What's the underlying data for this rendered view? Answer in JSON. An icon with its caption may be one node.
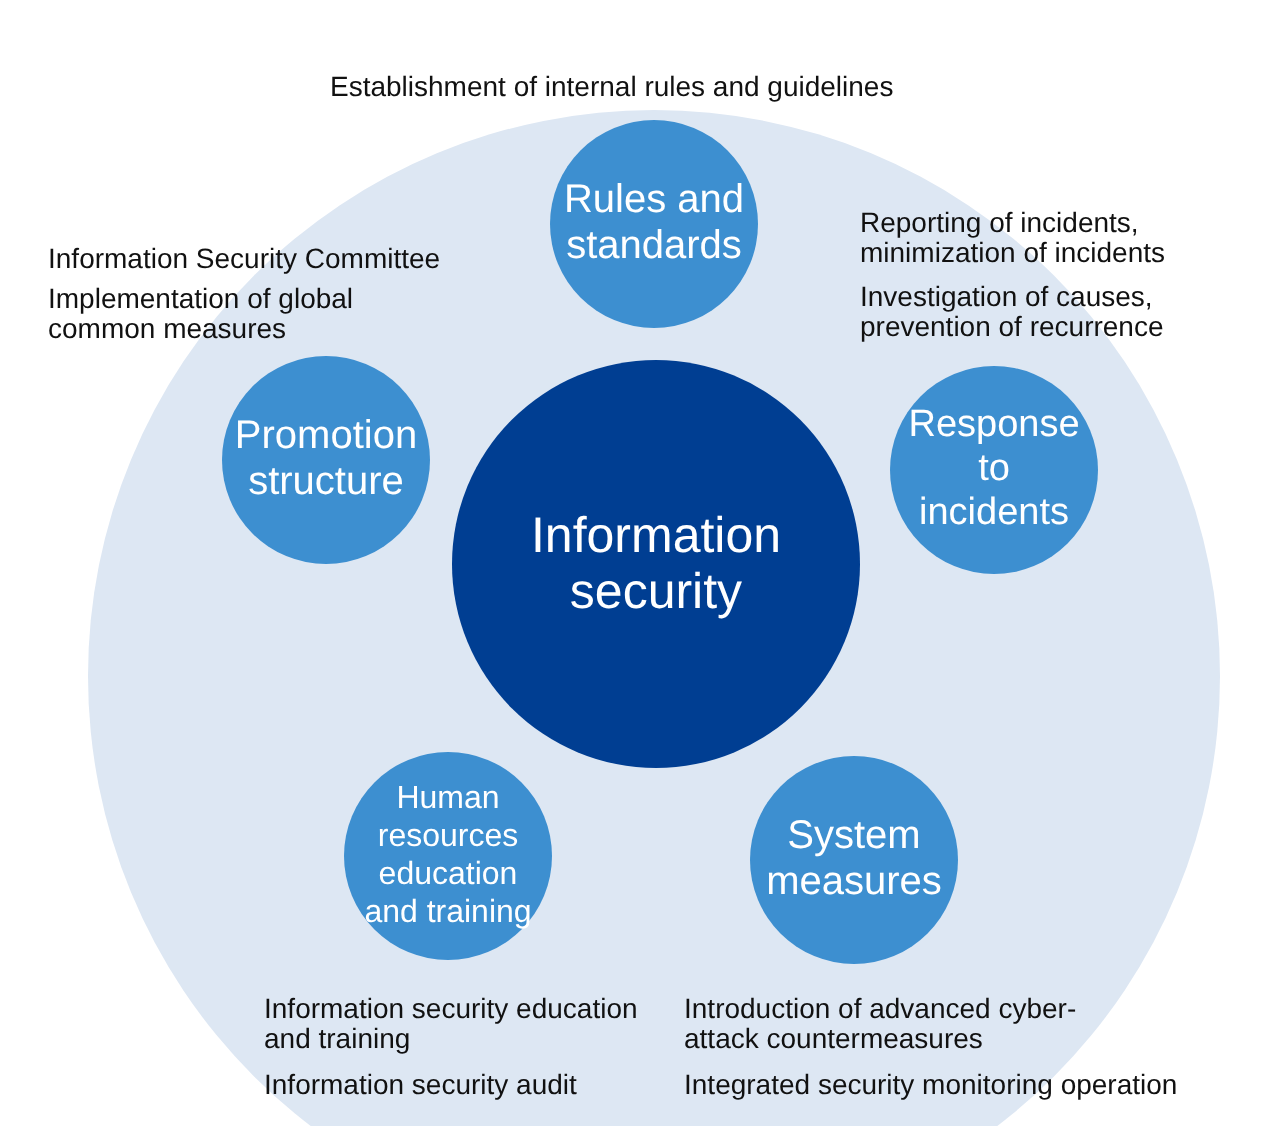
{
  "diagram": {
    "nodes": [
      {
        "text": [],
        "shape": "circle"
      },
      {
        "text": [
          "Information security"
        ],
        "in": 0
      },
      {
        "text": [
          "Rules and standards"
        ],
        "in": 0,
        "beside": [
          "Establishment of internal rules and guidelines"
        ]
      },
      {
        "text": [
          "Promotion structure"
        ],
        "in": 0,
        "beside": [
          "Information Security Committee",
          "Implementation of global common measures"
        ]
      },
      {
        "text": [
          "Response to incidents"
        ],
        "in": 0,
        "beside": [
          "Reporting of incidents, minimization of incidents",
          "Investigation of causes, prevention of recurrence"
        ]
      },
      {
        "text": [
          "Human resources education and training"
        ],
        "in": 0,
        "beside": [
          "Information security education and training",
          "Information security audit"
        ]
      },
      {
        "text": [
          "System measures"
        ],
        "in": 0,
        "beside": [
          "Introduction of advanced cyber-attack countermeasures",
          "Integrated security monitoring operation"
        ]
      }
    ]
  }
}
